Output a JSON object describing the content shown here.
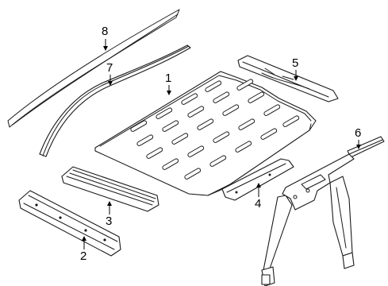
{
  "diagram": {
    "callouts": [
      {
        "id": "1",
        "text": "1"
      },
      {
        "id": "2",
        "text": "2"
      },
      {
        "id": "3",
        "text": "3"
      },
      {
        "id": "4",
        "text": "4"
      },
      {
        "id": "5",
        "text": "5"
      },
      {
        "id": "6",
        "text": "6"
      },
      {
        "id": "7",
        "text": "7"
      },
      {
        "id": "8",
        "text": "8"
      }
    ],
    "line_color": "#1a1a1a",
    "background": "#ffffff"
  }
}
